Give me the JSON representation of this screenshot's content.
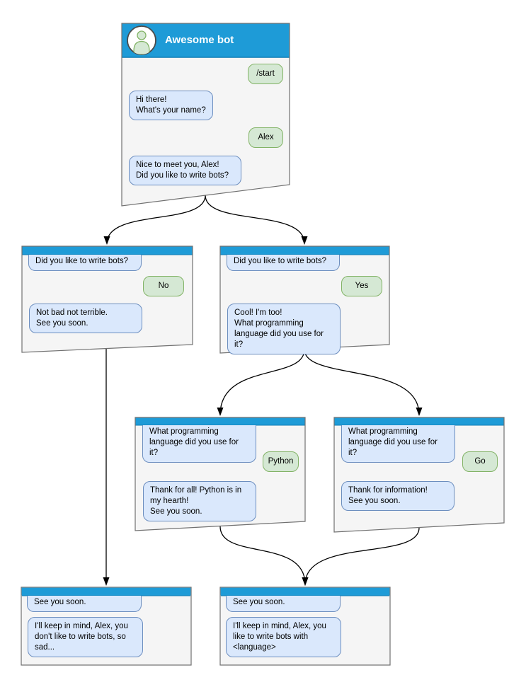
{
  "palette": {
    "titlebar_blue": "#1e9bd7",
    "titlebar_edge": "#0f7cb4",
    "window_fill": "#f5f5f5",
    "window_border": "#707070",
    "bot_bubble_fill": "#dae8fc",
    "bot_bubble_border": "#6c8ebf",
    "user_bubble_fill": "#d5e8d4",
    "user_bubble_border": "#82b366",
    "connector_color": "#000000"
  },
  "main_window": {
    "title": "Awesome bot",
    "avatar_icon": "person-icon",
    "messages": [
      {
        "from": "user",
        "text": "/start"
      },
      {
        "from": "bot",
        "text": "Hi there!\nWhat's your name?"
      },
      {
        "from": "user",
        "text": "Alex"
      },
      {
        "from": "bot",
        "text": "Nice to meet you, Alex!\nDid you like to write bots?"
      }
    ]
  },
  "branch_no": {
    "messages": [
      {
        "from": "bot",
        "text": "Did you like to write bots?"
      },
      {
        "from": "user",
        "text": "No"
      },
      {
        "from": "bot",
        "text": "Not bad not terrible.\nSee you soon."
      }
    ]
  },
  "branch_yes": {
    "messages": [
      {
        "from": "bot",
        "text": "Did you like to write bots?"
      },
      {
        "from": "user",
        "text": "Yes"
      },
      {
        "from": "bot",
        "text": "Cool! I'm too!\nWhat programming\nlanguage did you use for it?"
      }
    ]
  },
  "lang_python": {
    "messages": [
      {
        "from": "bot",
        "text": "What programming\nlanguage did you use for it?"
      },
      {
        "from": "user",
        "text": "Python"
      },
      {
        "from": "bot",
        "text": "Thank for all! Python is in\nmy hearth!\nSee you soon."
      }
    ]
  },
  "lang_go": {
    "messages": [
      {
        "from": "bot",
        "text": "What programming\nlanguage did you use for it?"
      },
      {
        "from": "user",
        "text": "Go"
      },
      {
        "from": "bot",
        "text": "Thank for information!\nSee you soon."
      }
    ]
  },
  "end_no": {
    "messages": [
      {
        "from": "bot",
        "text": "See you soon."
      },
      {
        "from": "bot",
        "text": "I'll keep in mind, Alex, you\ndon't like to write bots, so\nsad..."
      }
    ]
  },
  "end_yes": {
    "messages": [
      {
        "from": "bot",
        "text": "See you soon."
      },
      {
        "from": "bot",
        "text": "I'll keep in mind, Alex, you\nlike to write bots with\n<language>"
      }
    ]
  }
}
